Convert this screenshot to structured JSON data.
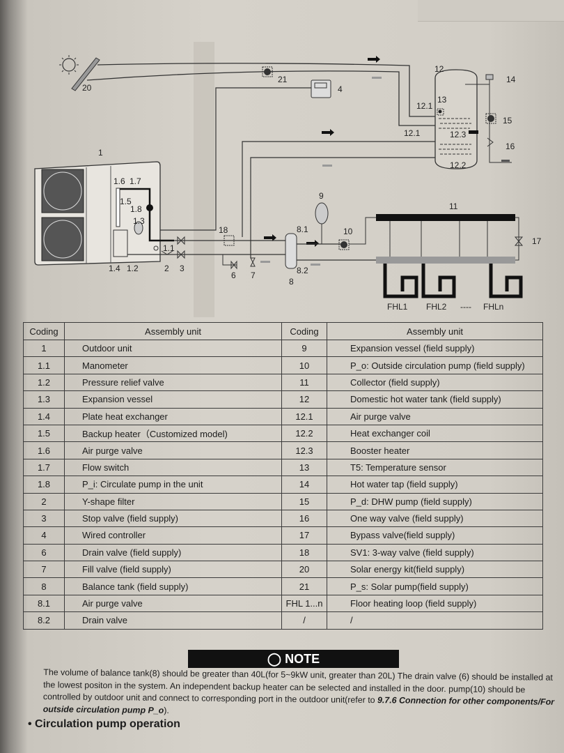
{
  "diagram": {
    "labels": {
      "l20": "20",
      "l21": "21",
      "l4": "4",
      "l12": "12",
      "l14": "14",
      "l13": "13",
      "l12_1a": "12.1",
      "l15": "15",
      "l12_1b": "12.1",
      "l12_3": "12.3",
      "l16": "16",
      "l12_2": "12.2",
      "l1": "1",
      "l1_6": "1.6",
      "l1_7": "1.7",
      "l1_5": "1.5",
      "l1_8": "1.8",
      "l1_3": "1.3",
      "l9": "9",
      "l11": "11",
      "l18": "18",
      "l8_1": "8.1",
      "l10": "10",
      "l17": "17",
      "l1_1": "1.1",
      "l1_4": "1.4",
      "l1_2": "1.2",
      "l2": "2",
      "l3": "3",
      "l6": "6",
      "l7": "7",
      "l8_2": "8.2",
      "l8": "8",
      "fhl1": "FHL1",
      "fhl2": "FHL2",
      "fhldots": "----",
      "fhln": "FHLn"
    }
  },
  "table": {
    "headers": [
      "Coding",
      "Assembly unit",
      "Coding",
      "Assembly unit"
    ],
    "rows": [
      [
        "1",
        "Outdoor unit",
        "9",
        "Expansion vessel (field supply)"
      ],
      [
        "1.1",
        "Manometer",
        "10",
        "P_o: Outside circulation pump (field supply)"
      ],
      [
        "1.2",
        "Pressure relief valve",
        "11",
        "Collector (field supply)"
      ],
      [
        "1.3",
        "Expansion vessel",
        "12",
        "Domestic hot water tank (field supply)"
      ],
      [
        "1.4",
        "Plate heat exchanger",
        "12.1",
        "Air purge valve"
      ],
      [
        "1.5",
        "Backup heater（Customized model)",
        "12.2",
        "Heat exchanger coil"
      ],
      [
        "1.6",
        "Air purge valve",
        "12.3",
        "Booster heater"
      ],
      [
        "1.7",
        "Flow switch",
        "13",
        "T5: Temperature sensor"
      ],
      [
        "1.8",
        "P_i: Circulate pump in the unit",
        "14",
        "Hot water tap (field supply)"
      ],
      [
        "2",
        "Y-shape filter",
        "15",
        "P_d: DHW pump (field supply)"
      ],
      [
        "3",
        "Stop valve (field supply)",
        "16",
        "One way valve (field supply)"
      ],
      [
        "4",
        "Wired controller",
        "17",
        "Bypass valve(field supply)"
      ],
      [
        "6",
        "Drain valve (field supply)",
        "18",
        "SV1: 3-way valve (field supply)"
      ],
      [
        "7",
        "Fill valve (field supply)",
        "20",
        "Solar energy kit(field supply)"
      ],
      [
        "8",
        "Balance tank (field supply)",
        "21",
        "P_s: Solar pump(field supply)"
      ],
      [
        "8.1",
        "Air purge valve",
        "FHL 1...n",
        "Floor heating loop (field supply)"
      ],
      [
        "8.2",
        "Drain valve",
        "/",
        "/"
      ]
    ]
  },
  "note": {
    "title": "NOTE",
    "text": "The volume of balance tank(8) should be greater than 40L(for 5~9kW unit, greater than 20L) The drain valve (6) should be installed at the lowest positon in the system. An independent backup heater can be selected and installed in the door. pump(10) should be controlled by outdoor unit and connect to corresponding port in the outdoor unit(refer to ",
    "ref": "9.7.6 Connection for other components/For outside circulation pump P_o",
    "end": ")."
  },
  "section_heading": "Circulation pump operation"
}
